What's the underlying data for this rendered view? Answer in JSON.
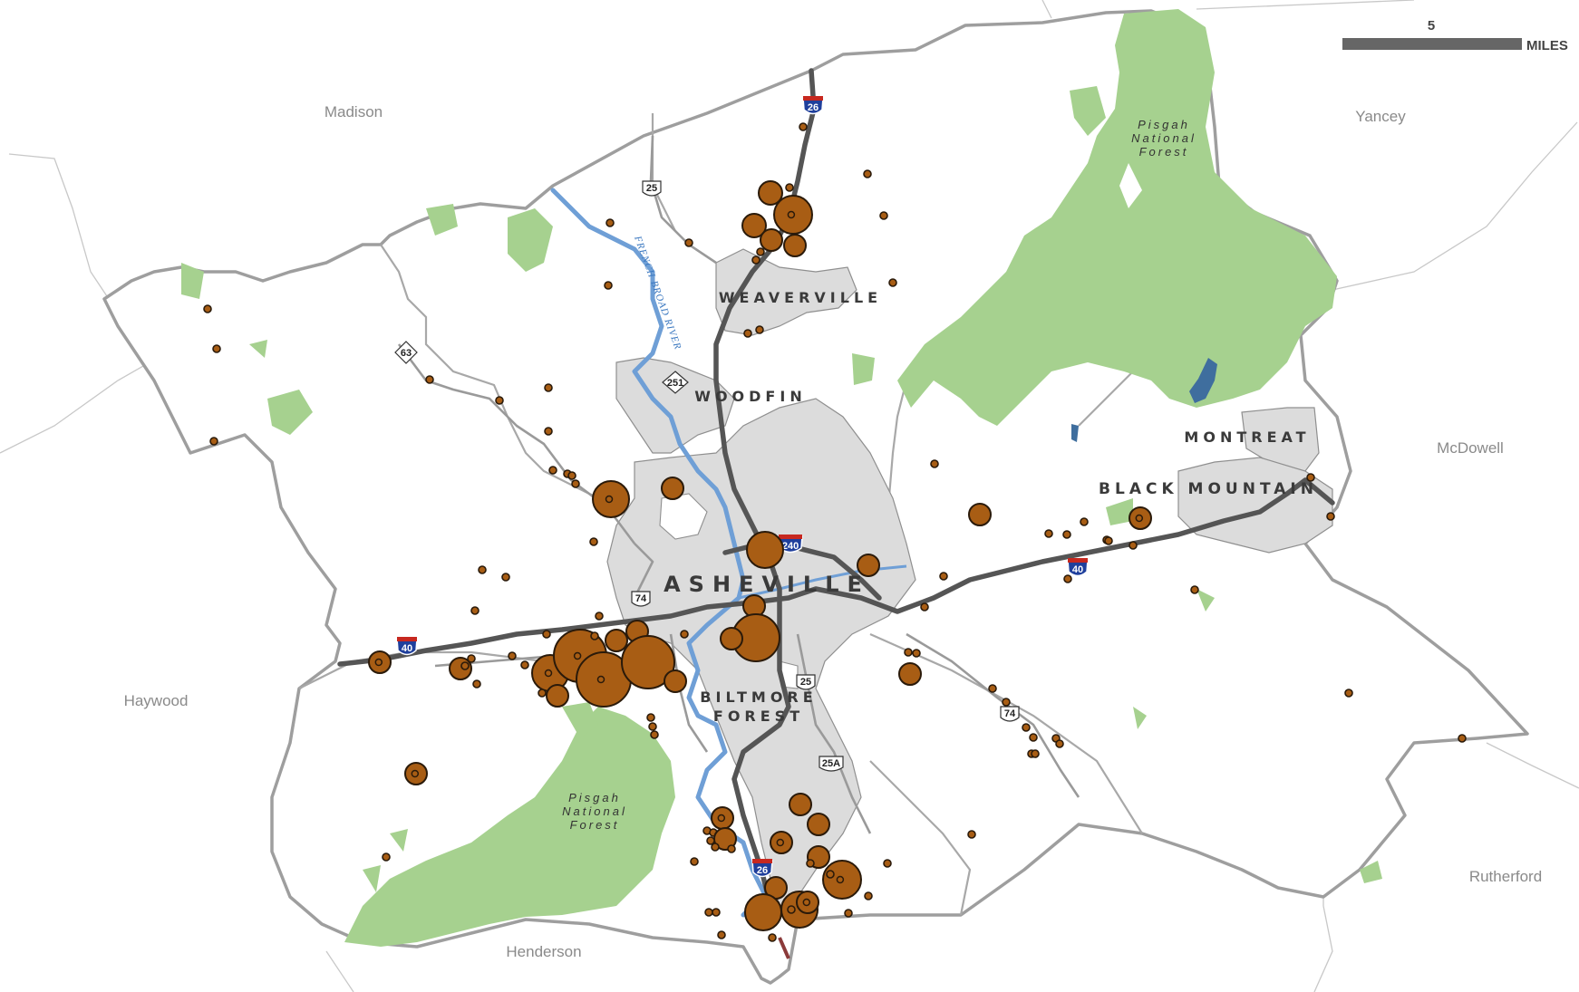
{
  "map": {
    "counties": {
      "madison": "Madison",
      "yancey": "Yancey",
      "mcdowell": "McDowell",
      "haywood": "Haywood",
      "rutherford": "Rutherford",
      "henderson": "Henderson"
    },
    "towns": {
      "weaverville": "WEAVERVILLE",
      "woodfin": "WOODFIN",
      "asheville": "ASHEVILLE",
      "montreat": "MONTREAT",
      "black_mountain": "BLACK MOUNTAIN",
      "biltmore_line1": "BILTMORE",
      "biltmore_line2": "FOREST"
    },
    "forests": {
      "north": [
        "Pisgah",
        "National",
        "Forest"
      ],
      "south": [
        "Pisgah",
        "National",
        "Forest"
      ]
    },
    "river": "FRENCH BROAD RIVER",
    "scale": {
      "value": "5",
      "unit": "MILES"
    },
    "highways": {
      "i26_north": "26",
      "i26_south": "26",
      "i240": "240",
      "i40_west": "40",
      "i40_east": "40",
      "us25_north": "25",
      "us25_mid": "25",
      "us25a": "25A",
      "us74_west": "74",
      "us74_east": "74",
      "nc63": "63",
      "nc251": "251"
    },
    "colors": {
      "county_fill": "#ffffff",
      "county_border": "#a0a0a0",
      "municipal_fill": "#d9d9d9",
      "forest_fill": "#a6d18f",
      "river": "#6f9fd6",
      "lake": "#3f6e9e",
      "interstate": "#555555",
      "point_fill": "#a85d14",
      "point_stroke": "#2a1a0a"
    }
  }
}
